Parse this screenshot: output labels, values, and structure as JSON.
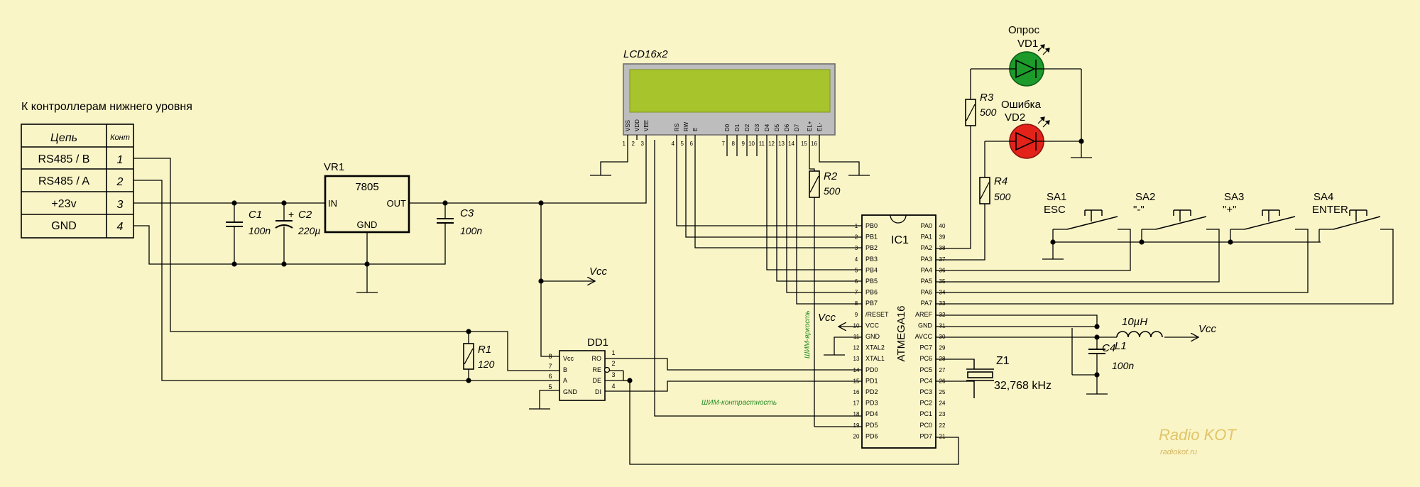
{
  "colors": {
    "background": "#FAF5C7",
    "wire": "#000000",
    "lcd_screen": "#A8C42C",
    "lcd_frame": "#BDBDBD",
    "led_ok": "#1C9A2A",
    "led_err": "#E32219",
    "annotation": "#228B22",
    "watermark": "#D9B44A"
  },
  "connector": {
    "heading": "К контроллерам нижнего уровня",
    "col_circuit": "Цепь",
    "col_contact": "Конт",
    "rows": [
      {
        "circuit": "RS485 / B",
        "contact": "1"
      },
      {
        "circuit": "RS485 / A",
        "contact": "2"
      },
      {
        "circuit": "+23v",
        "contact": "3"
      },
      {
        "circuit": "GND",
        "contact": "4"
      }
    ]
  },
  "regulator": {
    "ref": "VR1",
    "part": "7805",
    "in": "IN",
    "out": "OUT",
    "gnd": "GND"
  },
  "caps": {
    "c1": {
      "ref": "C1",
      "value": "100n"
    },
    "c2": {
      "ref": "C2",
      "value": "220µ",
      "polarity": "+"
    },
    "c3": {
      "ref": "C3",
      "value": "100n"
    },
    "c4": {
      "ref": "C4",
      "value": "100n"
    }
  },
  "vcc": "Vcc",
  "resistors": {
    "r1": {
      "ref": "R1",
      "value": "120"
    },
    "r2": {
      "ref": "R2",
      "value": "500"
    },
    "r3": {
      "ref": "R3",
      "value": "500"
    },
    "r4": {
      "ref": "R4",
      "value": "500"
    }
  },
  "transceiver": {
    "ref": "DD1",
    "left_pins": [
      {
        "num": "8",
        "name": "Vcc"
      },
      {
        "num": "7",
        "name": "B"
      },
      {
        "num": "6",
        "name": "A"
      },
      {
        "num": "5",
        "name": "GND"
      }
    ],
    "right_pins": [
      {
        "num": "1",
        "name": "RO"
      },
      {
        "num": "2",
        "name": "RE"
      },
      {
        "num": "3",
        "name": "DE"
      },
      {
        "num": "4",
        "name": "DI"
      }
    ]
  },
  "lcd": {
    "title": "LCD16x2",
    "pin_names": [
      "VSS",
      "VDD",
      "VEE",
      "RS",
      "RW",
      "E",
      "D0",
      "D1",
      "D2",
      "D3",
      "D4",
      "D5",
      "D6",
      "D7",
      "EL+",
      "EL-"
    ],
    "pin_nums": [
      "1",
      "2",
      "3",
      "4",
      "5",
      "6",
      "7",
      "8",
      "9",
      "10",
      "11",
      "12",
      "13",
      "14",
      "15",
      "16"
    ]
  },
  "mcu": {
    "ref": "IC1",
    "part": "ATMEGA16",
    "left_pins": [
      {
        "num": "1",
        "name": "PB0"
      },
      {
        "num": "2",
        "name": "PB1"
      },
      {
        "num": "3",
        "name": "PB2"
      },
      {
        "num": "4",
        "name": "PB3"
      },
      {
        "num": "5",
        "name": "PB4"
      },
      {
        "num": "6",
        "name": "PB5"
      },
      {
        "num": "7",
        "name": "PB6"
      },
      {
        "num": "8",
        "name": "PB7"
      },
      {
        "num": "9",
        "name": "/RESET"
      },
      {
        "num": "10",
        "name": "VCC"
      },
      {
        "num": "11",
        "name": "GND"
      },
      {
        "num": "12",
        "name": "XTAL2"
      },
      {
        "num": "13",
        "name": "XTAL1"
      },
      {
        "num": "14",
        "name": "PD0"
      },
      {
        "num": "15",
        "name": "PD1"
      },
      {
        "num": "16",
        "name": "PD2"
      },
      {
        "num": "17",
        "name": "PD3"
      },
      {
        "num": "18",
        "name": "PD4"
      },
      {
        "num": "19",
        "name": "PD5"
      },
      {
        "num": "20",
        "name": "PD6"
      }
    ],
    "right_pins": [
      {
        "num": "40",
        "name": "PA0"
      },
      {
        "num": "39",
        "name": "PA1"
      },
      {
        "num": "38",
        "name": "PA2"
      },
      {
        "num": "37",
        "name": "PA3"
      },
      {
        "num": "36",
        "name": "PA4"
      },
      {
        "num": "35",
        "name": "PA5"
      },
      {
        "num": "34",
        "name": "PA6"
      },
      {
        "num": "33",
        "name": "PA7"
      },
      {
        "num": "32",
        "name": "AREF"
      },
      {
        "num": "31",
        "name": "GND"
      },
      {
        "num": "30",
        "name": "AVCC"
      },
      {
        "num": "29",
        "name": "PC7"
      },
      {
        "num": "28",
        "name": "PC6"
      },
      {
        "num": "27",
        "name": "PC5"
      },
      {
        "num": "26",
        "name": "PC4"
      },
      {
        "num": "25",
        "name": "PC3"
      },
      {
        "num": "24",
        "name": "PC2"
      },
      {
        "num": "23",
        "name": "PC1"
      },
      {
        "num": "22",
        "name": "PC0"
      },
      {
        "num": "21",
        "name": "PD7"
      }
    ]
  },
  "leds": {
    "vd1": {
      "caption": "Опрос",
      "ref": "VD1"
    },
    "vd2": {
      "caption": "Ошибка",
      "ref": "VD2"
    }
  },
  "switches": [
    {
      "ref": "SA1",
      "label": "ESC"
    },
    {
      "ref": "SA2",
      "label": "\"-\""
    },
    {
      "ref": "SA3",
      "label": "\"+\""
    },
    {
      "ref": "SA4",
      "label": "ENTER"
    }
  ],
  "inductor": {
    "ref": "L1",
    "value": "10µH"
  },
  "crystal": {
    "ref": "Z1",
    "value": "32,768 kHz"
  },
  "notes": {
    "brightness": "ШИМ-яркость",
    "contrast": "ШИМ-контрастность"
  },
  "watermark": {
    "logo": "Radio KOT",
    "url": "radiokot.ru"
  }
}
